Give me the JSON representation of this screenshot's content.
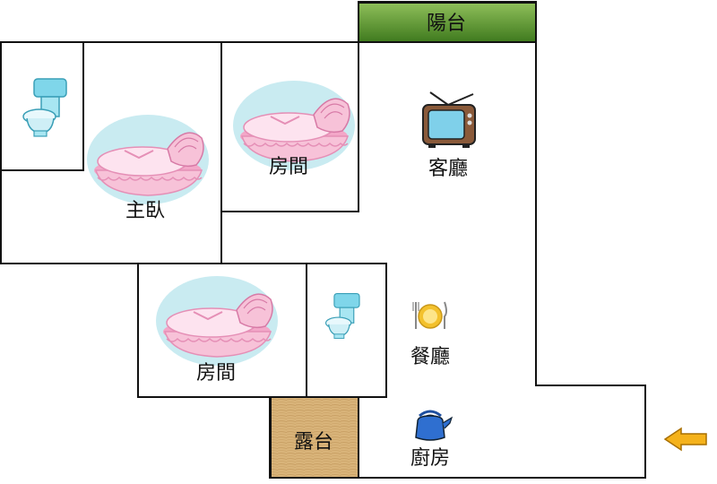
{
  "rooms": {
    "balcony": "陽台",
    "master_bedroom": "主臥",
    "bedroom_upper": "房間",
    "living_room": "客廳",
    "bedroom_lower": "房間",
    "dining_room": "餐廳",
    "terrace": "露台",
    "kitchen": "廚房"
  },
  "icons": {
    "bed": "bassinet-bed-icon",
    "toilet": "toilet-icon",
    "tv": "tv-icon",
    "plate": "plate-cutlery-icon",
    "kettle": "kettle-icon",
    "entrance": "entrance-arrow-icon"
  },
  "colors": {
    "wall": "#111111",
    "balcony_fill_top": "#8fbf5a",
    "balcony_fill_bottom": "#3f7a1e",
    "terrace_fill": "#d9b47a",
    "bed_pink": "#f2b6d0",
    "bed_teal": "#bfe8ee",
    "toilet_blue": "#7fd6ea",
    "arrow_fill": "#f5b21b"
  }
}
